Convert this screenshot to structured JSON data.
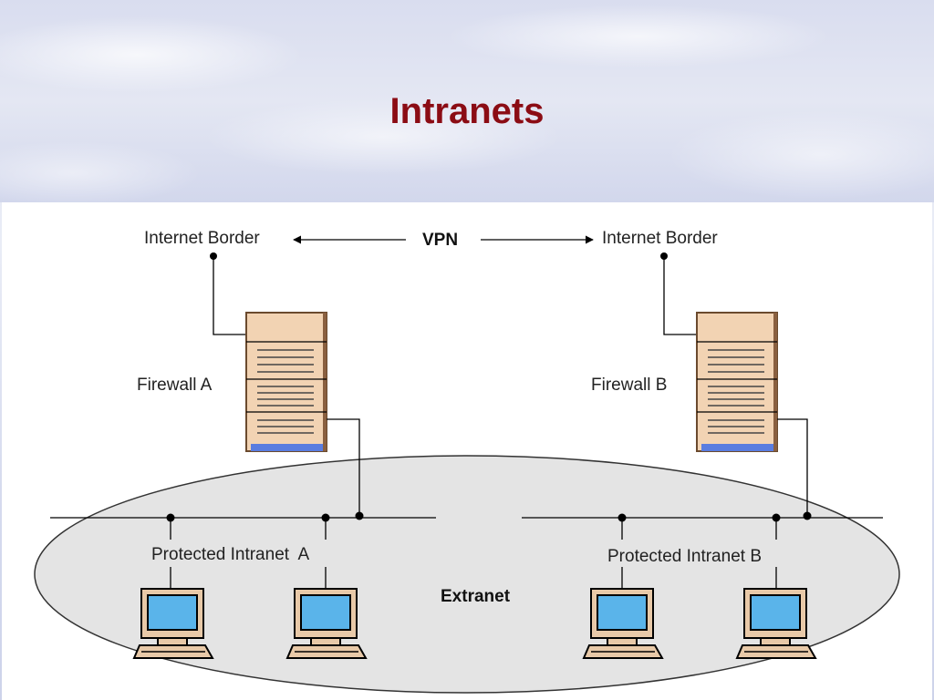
{
  "slide": {
    "title": "Intranets"
  },
  "diagram": {
    "vpn_label": "VPN",
    "internet_border_left": "Internet Border",
    "internet_border_right": "Internet Border",
    "firewall_a": "Firewall A",
    "firewall_b": "Firewall B",
    "intranet_a": "Protected Intranet  A",
    "intranet_b": "Protected Intranet B",
    "extranet": "Extranet"
  },
  "colors": {
    "title": "#8b0c14",
    "firewall_body": "#f2d3b3",
    "firewall_base": "#5a7de0",
    "monitor_screen": "#5ab4ea",
    "monitor_frame": "#e8c9a8",
    "extranet_fill": "#e4e4e4"
  },
  "icons": [
    "firewall-server-icon",
    "computer-icon"
  ]
}
